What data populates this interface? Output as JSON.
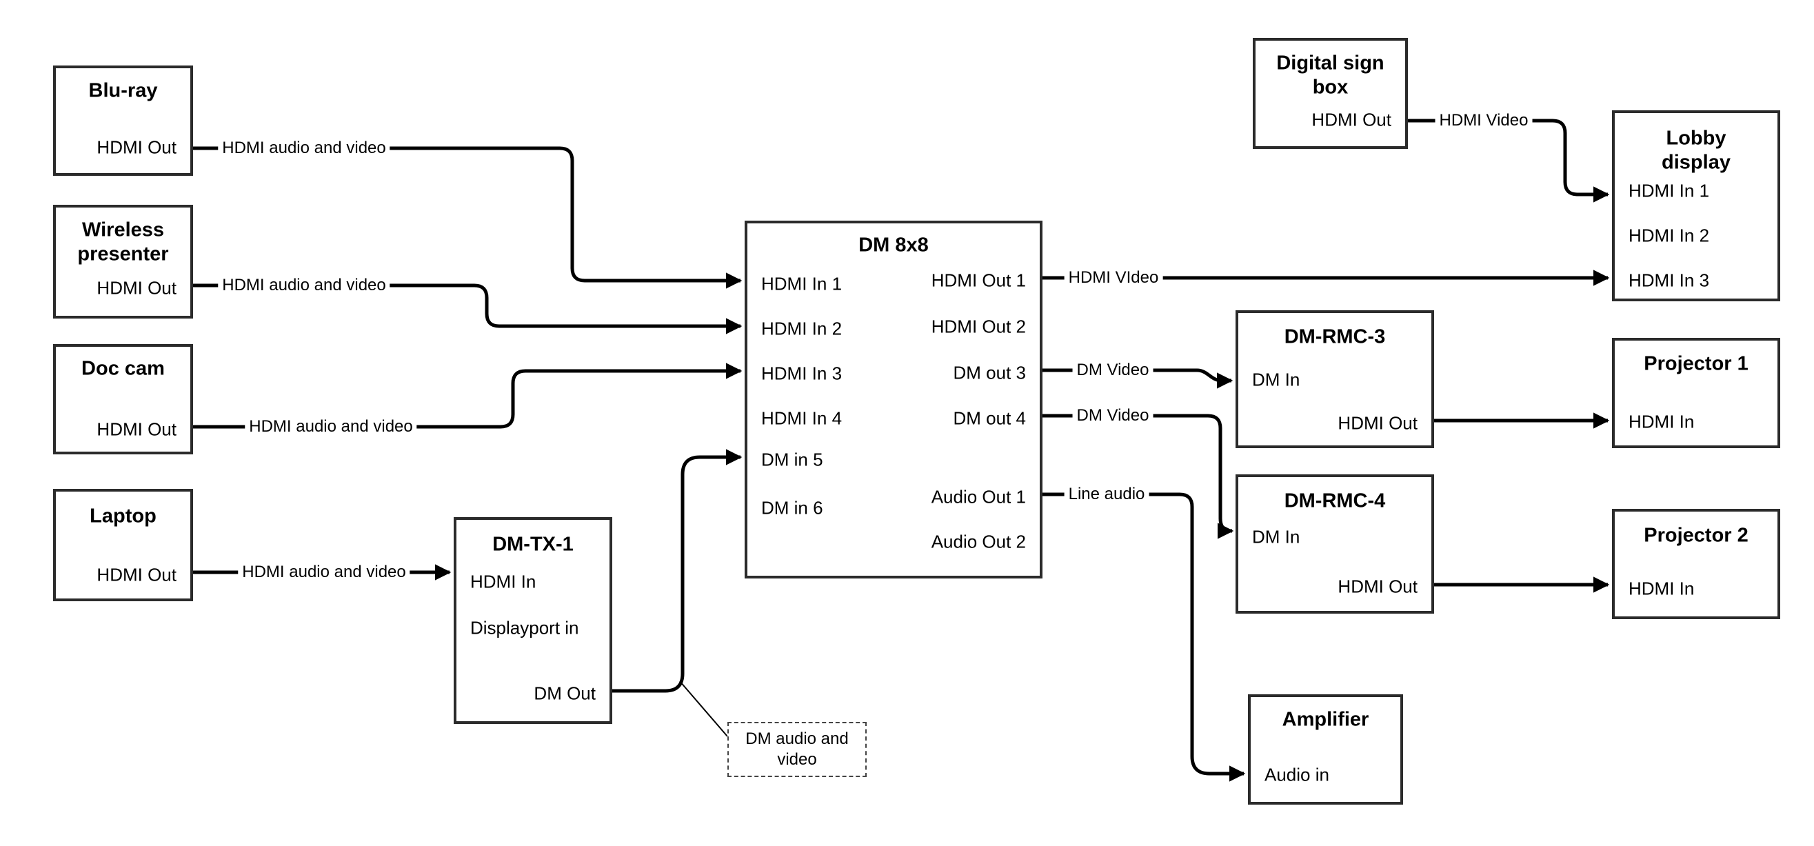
{
  "diagram": {
    "colors": {
      "border": "#2b2b2b",
      "line": "#000000",
      "text": "#000000",
      "background": "#ffffff"
    },
    "nodes": {
      "bluray": {
        "title": "Blu-ray",
        "hdmi_out": "HDMI Out"
      },
      "wireless": {
        "title": "Wireless presenter",
        "hdmi_out": "HDMI Out"
      },
      "doccam": {
        "title": "Doc cam",
        "hdmi_out": "HDMI Out"
      },
      "laptop": {
        "title": "Laptop",
        "hdmi_out": "HDMI Out"
      },
      "dmtx1": {
        "title": "DM-TX-1",
        "hdmi_in": "HDMI In",
        "displayport_in": "Displayport in",
        "dm_out": "DM Out"
      },
      "dm8x8": {
        "title": "DM 8x8",
        "in1": "HDMI In 1",
        "in2": "HDMI In 2",
        "in3": "HDMI In 3",
        "in4": "HDMI In 4",
        "in5": "DM in 5",
        "in6": "DM in 6",
        "out1": "HDMI Out 1",
        "out2": "HDMI Out 2",
        "out3": "DM out 3",
        "out4": "DM out 4",
        "aout1": "Audio Out 1",
        "aout2": "Audio Out 2"
      },
      "digitalsign": {
        "title": "Digital sign box",
        "hdmi_out": "HDMI Out"
      },
      "lobby": {
        "title": "Lobby display",
        "in1": "HDMI In 1",
        "in2": "HDMI In 2",
        "in3": "HDMI In 3"
      },
      "dmrmc3": {
        "title": "DM-RMC-3",
        "dm_in": "DM In",
        "hdmi_out": "HDMI Out"
      },
      "proj1": {
        "title": "Projector 1",
        "hdmi_in": "HDMI In"
      },
      "dmrmc4": {
        "title": "DM-RMC-4",
        "dm_in": "DM In",
        "hdmi_out": "HDMI Out"
      },
      "proj2": {
        "title": "Projector 2",
        "hdmi_in": "HDMI In"
      },
      "amplifier": {
        "title": "Amplifier",
        "audio_in": "Audio in"
      },
      "note": {
        "text": "DM audio and video"
      }
    },
    "edge_labels": {
      "bluray_av": "HDMI audio and video",
      "wireless_av": "HDMI audio and video",
      "doccam_av": "HDMI audio and video",
      "laptop_av": "HDMI audio and video",
      "hdmi_video_out1": "HDMI VIdeo",
      "hdmi_video_sign": "HDMI Video",
      "dm_video_3": "DM Video",
      "dm_video_4": "DM Video",
      "line_audio": "Line audio"
    }
  }
}
